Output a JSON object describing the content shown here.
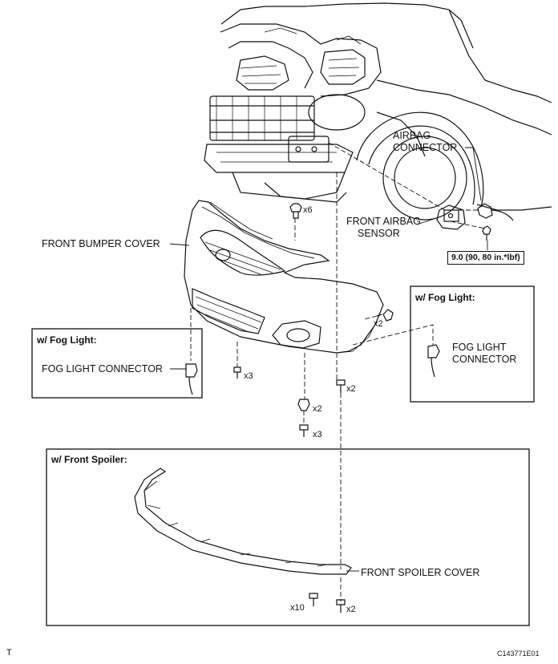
{
  "labels": {
    "airbag_connector_1": "AIRBAG",
    "airbag_connector_2": "CONNECTOR",
    "front_airbag_sensor_1": "FRONT AIRBAG",
    "front_airbag_sensor_2": "SENSOR",
    "front_bumper_cover": "FRONT BUMPER COVER",
    "fog_light_connector_left": "FOG LIGHT CONNECTOR",
    "fog_light_connector_right_1": "FOG LIGHT",
    "fog_light_connector_right_2": "CONNECTOR",
    "front_spoiler_cover": "FRONT SPOILER COVER"
  },
  "torque_spec": "9.0 (90, 80 in.*lbf)",
  "boxes": {
    "fog_light_left_title": "w/ Fog Light:",
    "fog_light_right_title": "w/ Fog Light:",
    "front_spoiler_title": "w/ Front Spoiler:"
  },
  "quantities": {
    "clip_top": "x6",
    "bolt_side": "x2",
    "screw_left": "x3",
    "clip_center": "x2",
    "screw_center": "x3",
    "screw_right": "x2",
    "spoiler_clips": "x10",
    "spoiler_screws": "x2"
  },
  "footer": {
    "left_mark": "T",
    "figure_id": "C143771E01"
  }
}
